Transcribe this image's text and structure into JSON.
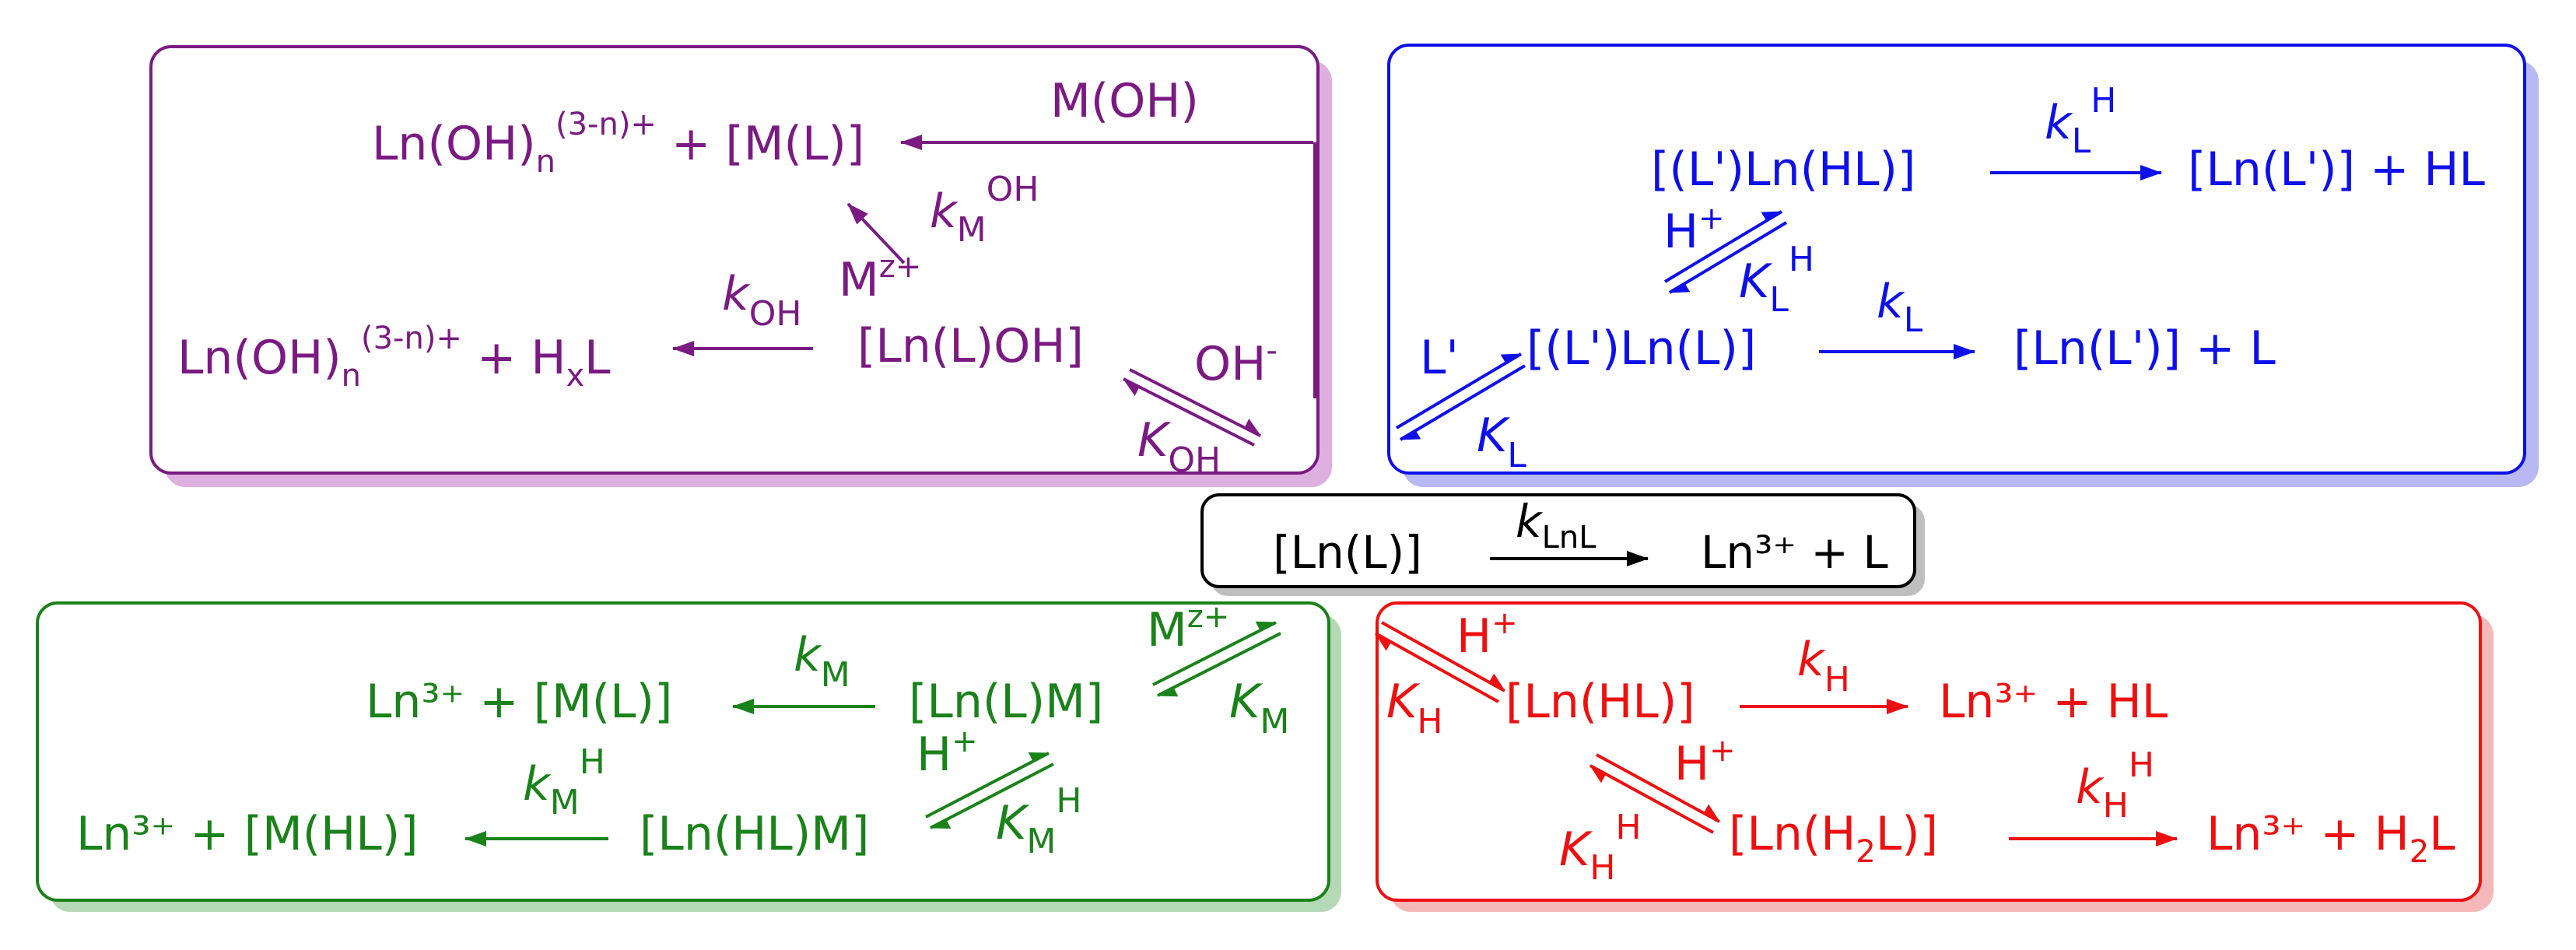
{
  "colors": {
    "purple": "#7a1a82",
    "blue": "#0e10ea",
    "green": "#1a821a",
    "red": "#ee1010",
    "black": "#000000"
  },
  "center": {
    "species": "[Ln(L)]",
    "rate": "k",
    "rate_sub": "LnL",
    "products": "Ln³⁺ + L"
  },
  "hydroxide": {
    "top_products": "Ln(OH)",
    "top_products_sub": "n",
    "top_products_sup": "(3-n)+",
    "top_products_tail": " + [M(L)]",
    "reagent_moh": "M(OH)",
    "rate_kmoh": "k",
    "rate_kmoh_sub": "M",
    "rate_kmoh_sup": "OH",
    "metal_ion": "M",
    "metal_ion_sup": "z+",
    "rate_koh": "k",
    "rate_koh_sub": "OH",
    "complex": "[Ln(L)OH]",
    "bottom_products": "Ln(OH)",
    "bottom_products_sub": "n",
    "bottom_products_sup": "(3-n)+",
    "bottom_products_tail": " + H",
    "bottom_products_sub2": "x",
    "bottom_products_tail2": "L",
    "reagent_oh": "OH",
    "reagent_oh_sup": "-",
    "eq_const": "K",
    "eq_const_sub": "OH"
  },
  "ligand": {
    "complex_hl": "[(L')Ln(HL)]",
    "rate_klh": "k",
    "rate_klh_sub": "L",
    "rate_klh_sup": "H",
    "products_hl": "[Ln(L')] + HL",
    "proton": "H",
    "proton_sup": "+",
    "eq_klh": "K",
    "eq_klh_sub": "L",
    "eq_klh_sup": "H",
    "reagent_l": "L'",
    "complex_l": "[(L')Ln(L)]",
    "rate_kl": "k",
    "rate_kl_sub": "L",
    "products_l": "[Ln(L')] + L",
    "eq_kl": "K",
    "eq_kl_sub": "L"
  },
  "metal": {
    "products_ml": "Ln³⁺ + [M(L)]",
    "rate_km": "k",
    "rate_km_sub": "M",
    "complex_lm": "[Ln(L)M]",
    "metal_ion": "M",
    "metal_ion_sup": "z+",
    "eq_km": "K",
    "eq_km_sub": "M",
    "proton": "H",
    "proton_sup": "+",
    "rate_kmh": "k",
    "rate_kmh_sub": "M",
    "rate_kmh_sup": "H",
    "products_mhl": "Ln³⁺ + [M(HL)]",
    "complex_hlm": "[Ln(HL)M]",
    "eq_kmh": "K",
    "eq_kmh_sub": "M",
    "eq_kmh_sup": "H"
  },
  "proton": {
    "proton1": "H",
    "proton1_sup": "+",
    "eq_kh": "K",
    "eq_kh_sub": "H",
    "complex_hl": "[Ln(HL)]",
    "rate_kh": "k",
    "rate_kh_sub": "H",
    "products_hl": "Ln³⁺ + HL",
    "proton2": "H",
    "proton2_sup": "+",
    "eq_khh": "K",
    "eq_khh_sub": "H",
    "eq_khh_sup": "H",
    "complex_h2l": "[Ln(H",
    "complex_h2l_sub": "2",
    "complex_h2l_tail": "L)]",
    "rate_khh": "k",
    "rate_khh_sub": "H",
    "rate_khh_sup": "H",
    "products_h2l": "Ln³⁺ + H",
    "products_h2l_sub": "2",
    "products_h2l_tail": "L"
  }
}
